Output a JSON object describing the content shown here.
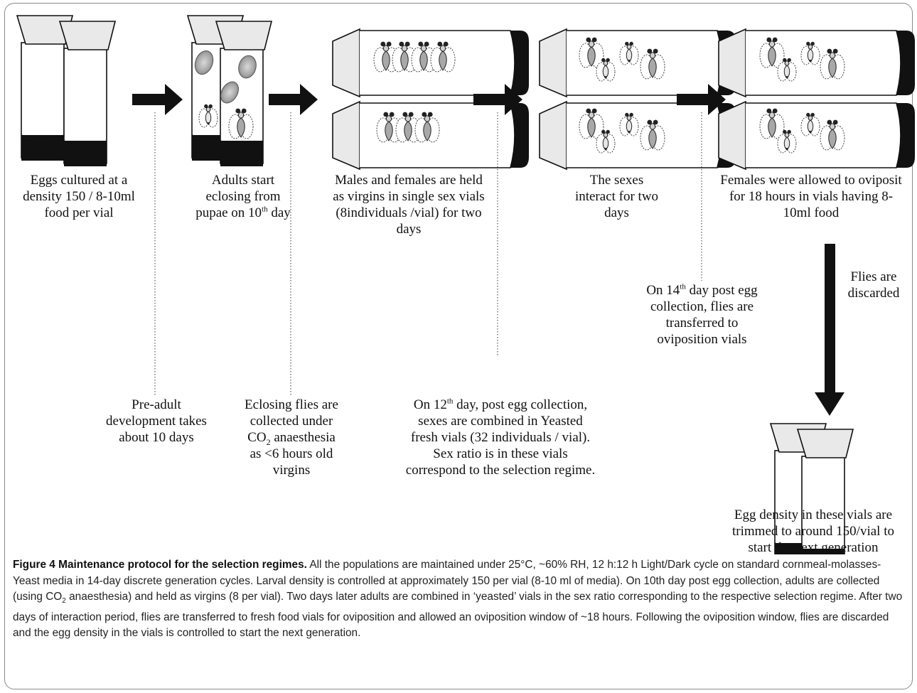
{
  "labels": {
    "eggs_cultured": "Eggs cultured at a density 150 / 8-10ml food per vial",
    "adults_eclosing_a": "Adults start eclosing from pupae on 10",
    "adults_eclosing_sup": "th",
    "adults_eclosing_b": " day",
    "virgins_held": "Males and females are held as virgins in single sex vials (8individuals /vial) for two days",
    "sexes_interact": "The sexes interact for two days",
    "females_oviposit": "Females were allowed to oviposit for 18 hours in vials having 8-10ml food",
    "flies_discarded": "Flies are discarded",
    "day14_a": "On 14",
    "day14_sup": "th",
    "day14_b": " day post egg collection, flies are transferred to oviposition vials",
    "preadult": "Pre-adult development takes about 10 days",
    "eclosing_a": "Eclosing flies are collected under  CO",
    "eclosing_sub": "2",
    "eclosing_b": " anaesthesia as <6 hours old virgins",
    "day12_a": "On 12",
    "day12_sup": "th",
    "day12_b": " day, post egg collection, sexes are combined in Yeasted fresh vials (32 individuals / vial). Sex ratio is in these vials correspond to the selection regime.",
    "egg_density": "Egg density in these vials are trimmed to around 150/vial to start the next generation"
  },
  "caption": {
    "title": "Figure 4 Maintenance protocol for the selection regimes.",
    "body_a": " All the populations are maintained under 25°C, ~60% RH, 12 h:12 h Light/Dark cycle on standard cornmeal-molasses-Yeast media in 14-day discrete generation cycles. Larval density is controlled at approximately 150 per vial (8-10 ml of media). On 10th day post egg collection, adults are collected (using CO",
    "body_sub": "2",
    "body_b": " anaesthesia) and held as virgins (8 per vial). Two days later adults are combined in ‘yeasted’ vials in the sex ratio corresponding to the respective selection regime. After two days of interaction period, flies are transferred to fresh food vials for oviposition and allowed an oviposition window of ~18 hours. Following the oviposition window, flies are discarded and the egg density in the vials is controlled to start the next generation."
  },
  "colors": {
    "frame": "#8a8a8a",
    "ink": "#111111",
    "fly_dark": "#2a2a2a",
    "fly_female": "#a8a8a8",
    "fly_male": "#e6e6e6",
    "caption_text": "#222222"
  }
}
